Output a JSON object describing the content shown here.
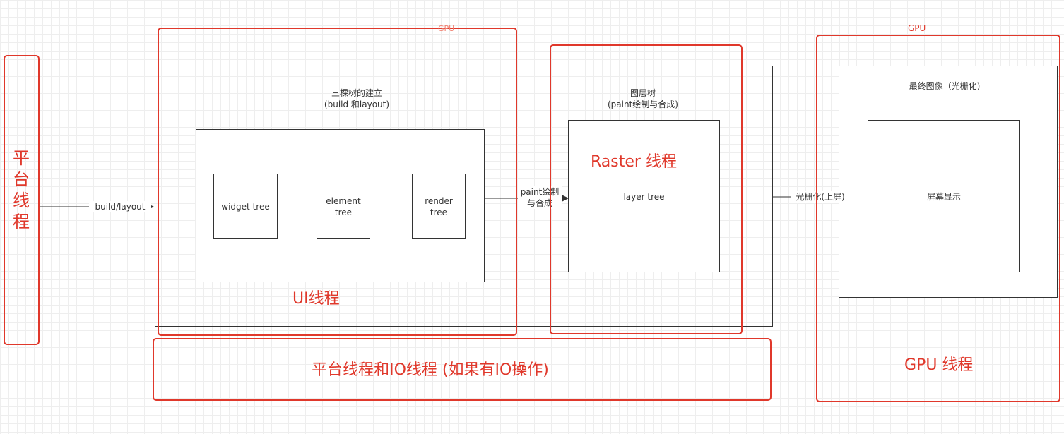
{
  "boxes": {
    "main_title": "三棵树的建立\n(build 和layout)",
    "widget_tree": "widget tree",
    "element_tree": "element\ntree",
    "render_tree": "render\ntree",
    "layer_title": "图层树\n(paint绘制与合成)",
    "layer_tree": "layer tree",
    "final_title": "最终图像（光栅化)",
    "screen_display": "屏幕显示"
  },
  "edges": {
    "build_layout": "build/layout",
    "paint": "paint绘制\n与合成",
    "raster": "光栅化(上屏)"
  },
  "threads": {
    "platform": "平台线程",
    "ui": "UI线程",
    "ui_gpu_tag": "GPU",
    "raster": "Raster 线程",
    "platform_io": "平台线程和IO线程 (如果有IO操作)",
    "gpu": "GPU 线程",
    "gpu_tag": "GPU"
  },
  "colors": {
    "annotation": "#e0382b",
    "line": "#333333"
  }
}
